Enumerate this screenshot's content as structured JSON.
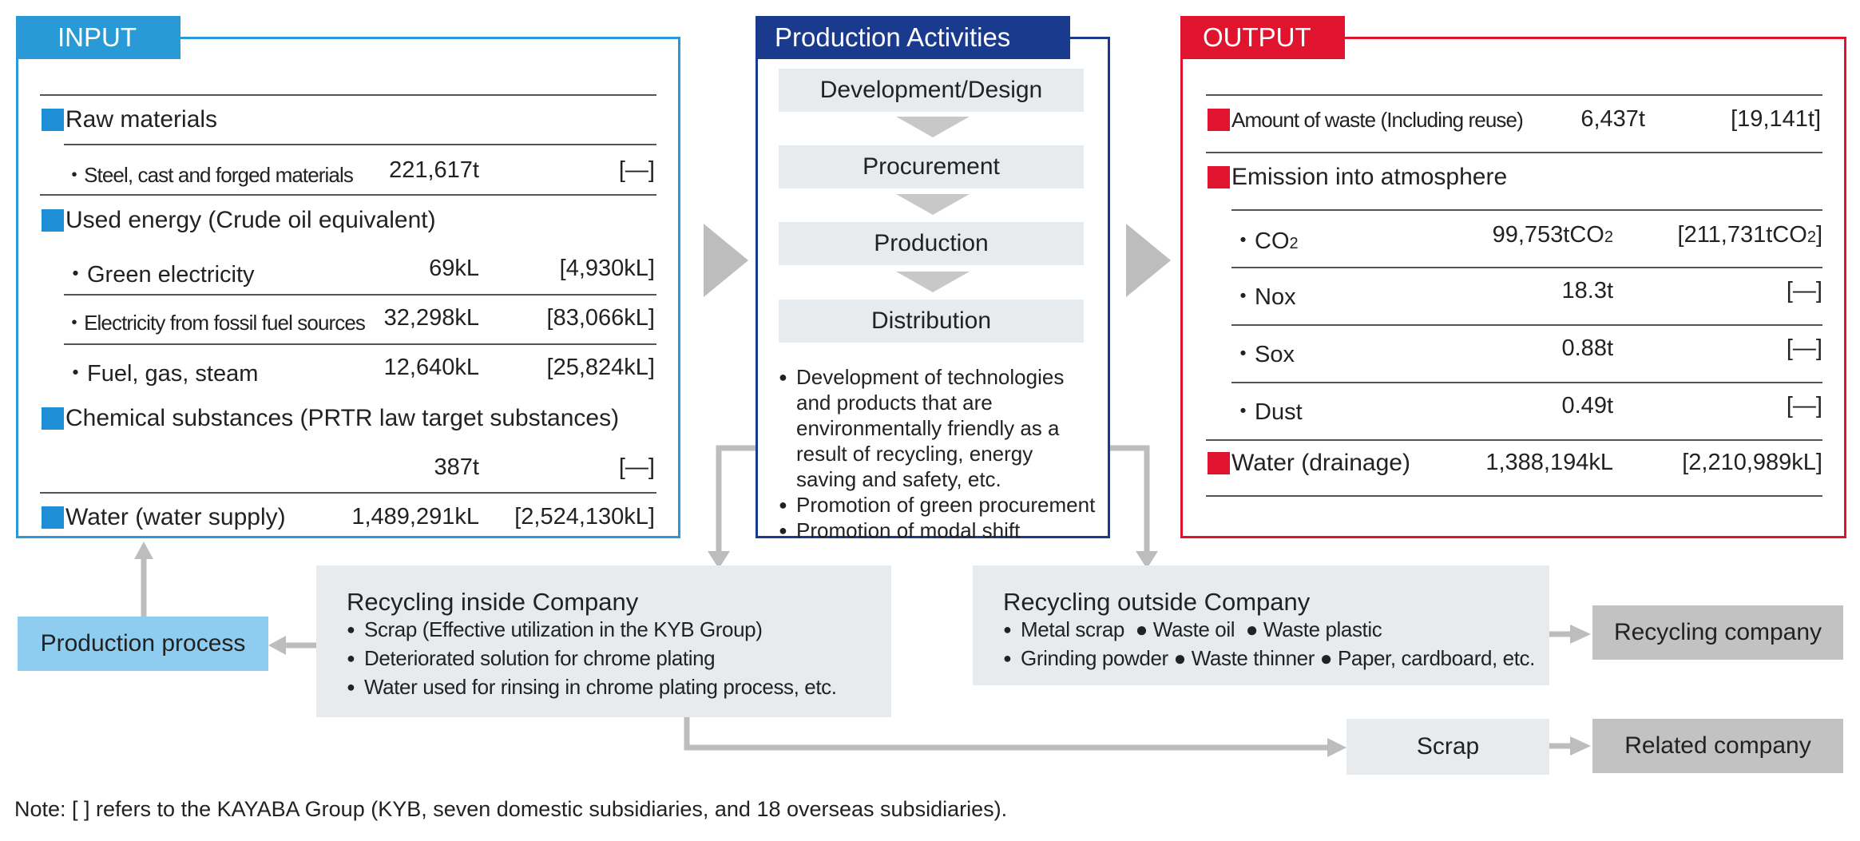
{
  "input": {
    "title": "INPUT",
    "raw_materials": {
      "label": "Raw materials",
      "items": [
        {
          "name": "・Steel, cast and forged materials",
          "value": "221,617t",
          "group": "[—]"
        }
      ]
    },
    "used_energy": {
      "label": "Used energy (Crude oil equivalent)",
      "items": [
        {
          "name": "・Green electricity",
          "value": "69kL",
          "group": "[4,930kL]"
        },
        {
          "name": "・Electricity from fossil fuel sources",
          "value": "32,298kL",
          "group": "[83,066kL]"
        },
        {
          "name": "・Fuel, gas, steam",
          "value": "12,640kL",
          "group": "[25,824kL]"
        }
      ]
    },
    "chemical": {
      "label": "Chemical substances (PRTR law target substances)",
      "value": "387t",
      "group": "[—]"
    },
    "water": {
      "label": "Water (water supply)",
      "value": "1,489,291kL",
      "group": "[2,524,130kL]"
    }
  },
  "production": {
    "title": "Production Activities",
    "stages": [
      "Development/Design",
      "Procurement",
      "Production",
      "Distribution"
    ],
    "bullets": [
      "Development of technologies and products that are environmentally friendly as a result of recycling, energy saving and safety, etc.",
      "Promotion of green procurement",
      "Promotion of modal shift"
    ]
  },
  "output": {
    "title": "OUTPUT",
    "waste": {
      "label": "Amount of waste (Including reuse)",
      "value": "6,437t",
      "group": "[19,141t]"
    },
    "emission": {
      "label": "Emission into atmosphere",
      "items": [
        {
          "name": "・CO",
          "sub": "2",
          "value": "99,753tCO",
          "value_sub": "2",
          "group": "[211,731tCO",
          "group_sub": "2",
          "group_end": "]"
        },
        {
          "name": "・Nox",
          "value": "18.3t",
          "group": "[—]"
        },
        {
          "name": "・Sox",
          "value": "0.88t",
          "group": "[—]"
        },
        {
          "name": "・Dust",
          "value": "0.49t",
          "group": "[—]"
        }
      ]
    },
    "water": {
      "label": "Water (drainage)",
      "value": "1,388,194kL",
      "group": "[2,210,989kL]"
    }
  },
  "recycling_inside": {
    "title": "Recycling inside Company",
    "items": [
      "Scrap (Effective utilization in the KYB Group)",
      "Deteriorated solution for chrome plating",
      "Water used for rinsing in chrome plating process, etc."
    ]
  },
  "recycling_outside": {
    "title": "Recycling outside Company",
    "row1": [
      "Metal scrap",
      "Waste oil",
      "Waste plastic"
    ],
    "row2": [
      "Grinding powder",
      "Waste thinner",
      "Paper, cardboard, etc."
    ]
  },
  "production_process": "Production process",
  "recycling_company": "Recycling company",
  "scrap": "Scrap",
  "related_company": "Related company",
  "note": "Note: [ ] refers to the KAYABA Group (KYB, seven domestic subsidiaries, and 18 overseas subsidiaries).",
  "colors": {
    "input": "#2a9ad6",
    "production": "#1a3a8e",
    "output": "#e0142e",
    "connector": "#bdbdbd"
  }
}
